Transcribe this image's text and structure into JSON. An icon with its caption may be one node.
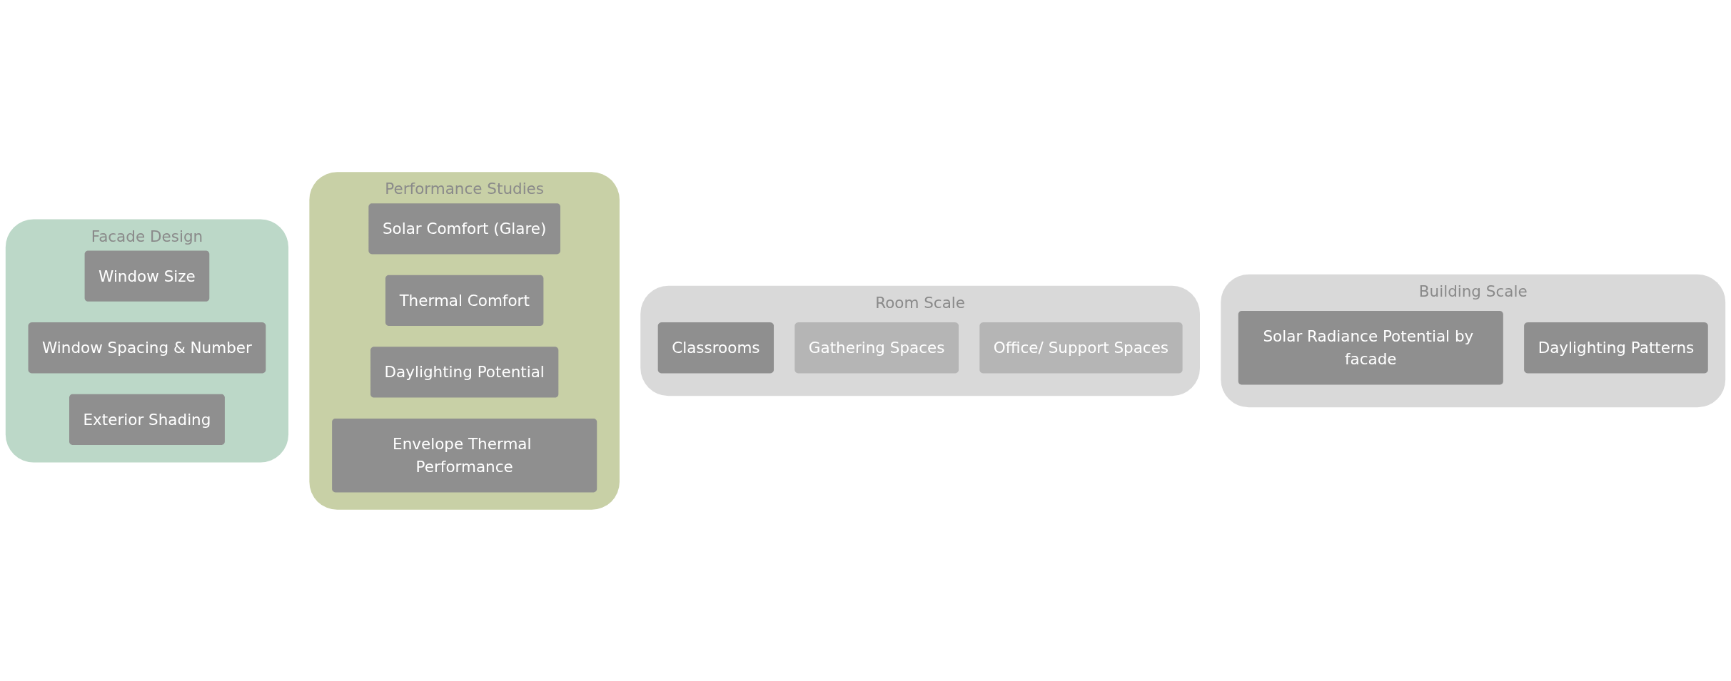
{
  "diagram": {
    "nodes": [
      {
        "text": [
          "Building Scale"
        ]
      },
      {
        "text": [
          "Solar Radiance Potential by facade"
        ],
        "in": 0
      },
      {
        "text": [
          "Daylighting Patterns"
        ],
        "in": 0
      },
      {
        "text": [
          "Room Scale"
        ]
      },
      {
        "text": [
          "Classrooms"
        ],
        "in": 3
      },
      {
        "text": [
          "Gathering Spaces"
        ],
        "in": 3
      },
      {
        "text": [
          "Office/ Support Spaces"
        ],
        "in": 3
      },
      {
        "text": [
          "Performance Studies"
        ]
      },
      {
        "text": [
          "Solar Comfort (Glare)"
        ],
        "in": 7
      },
      {
        "text": [
          "Thermal Comfort"
        ],
        "in": 7
      },
      {
        "text": [
          "Daylighting Potential"
        ],
        "in": 7
      },
      {
        "text": [
          "Envelope Thermal Performance"
        ],
        "in": 7
      },
      {
        "text": [
          "Facade Design"
        ]
      },
      {
        "text": [
          "Window Size"
        ],
        "in": 12
      },
      {
        "text": [
          "Window Spacing & Number"
        ],
        "in": 12
      },
      {
        "text": [
          "Exterior Shading"
        ],
        "in": 12
      }
    ]
  }
}
